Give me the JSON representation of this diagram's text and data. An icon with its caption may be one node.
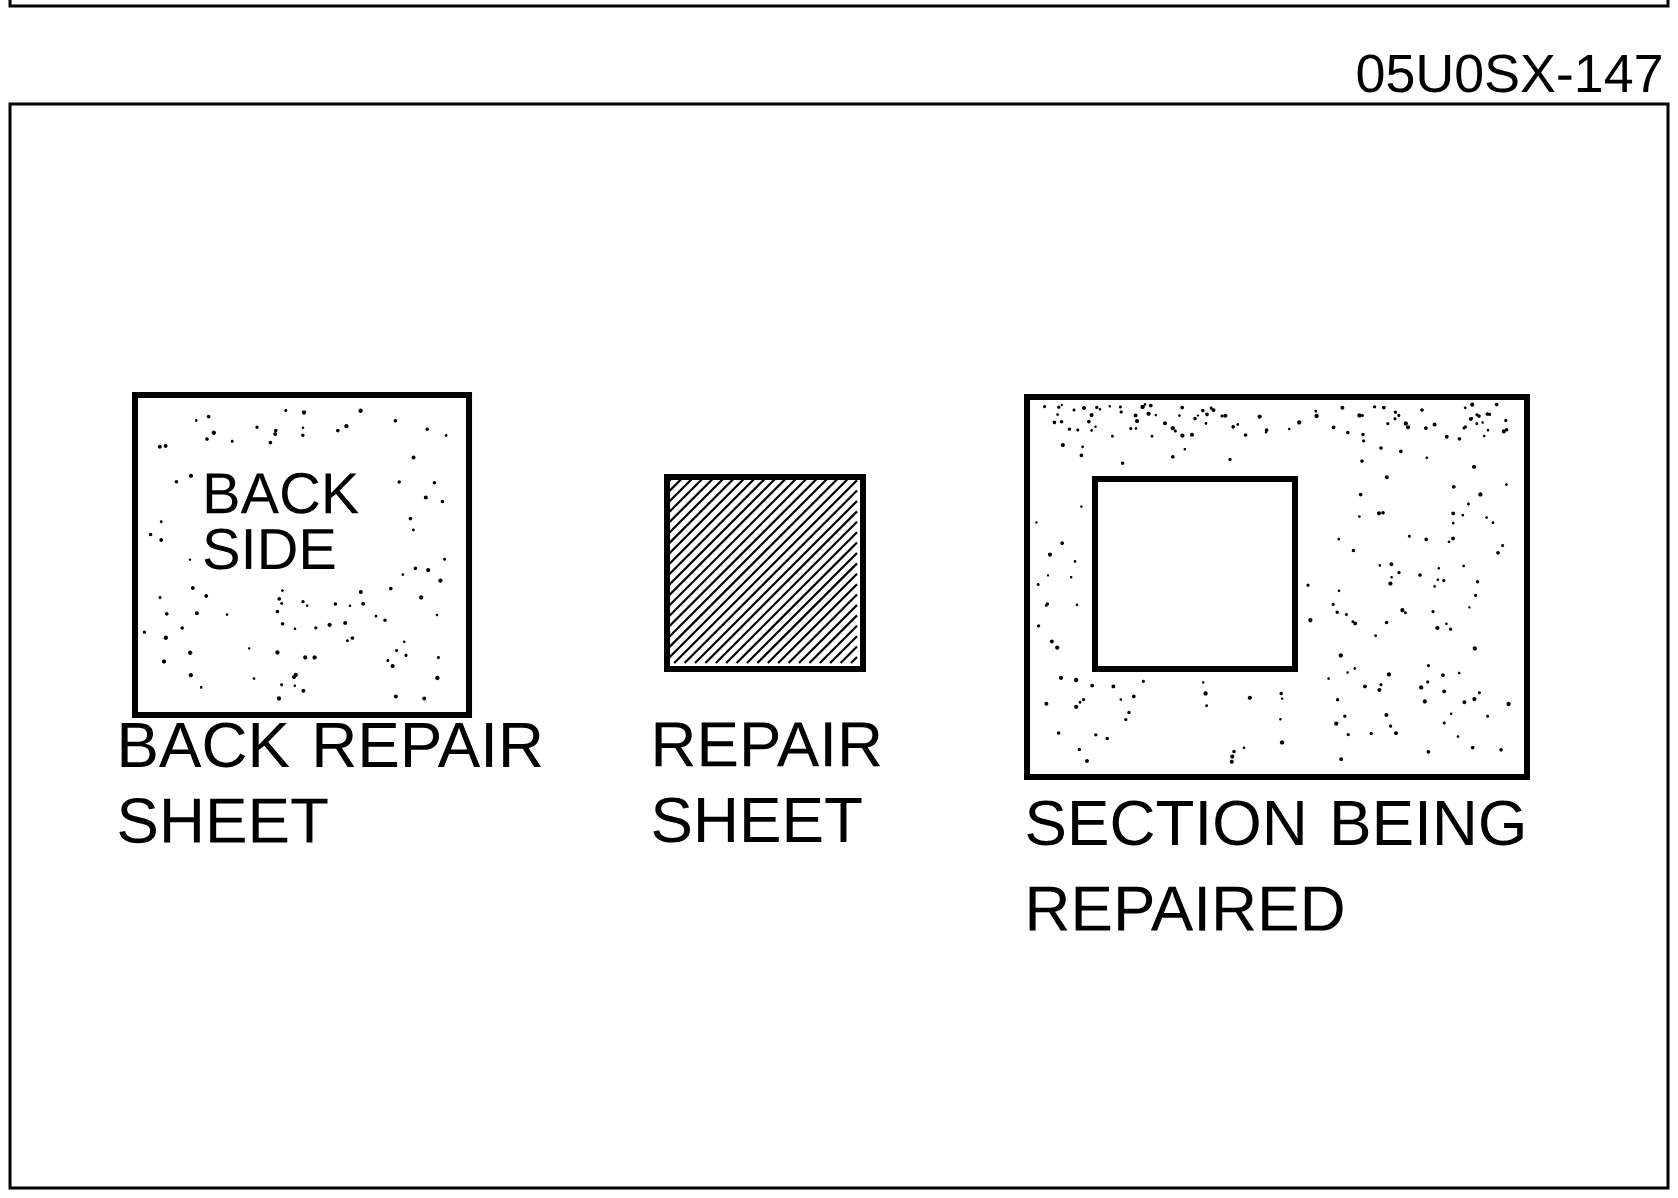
{
  "diagram": {
    "nodes": [
      {
        "text": [
          "BACK SIDE"
        ],
        "beside": [
          "BACK REPAIR SHEET"
        ]
      },
      {
        "text": [],
        "shape": "box",
        "beside": [
          "REPAIR SHEET"
        ]
      },
      {
        "text": [],
        "shape": "box",
        "beside": [
          "SECTION BEING REPAIRED"
        ]
      },
      {
        "text": [],
        "shape": "box",
        "in": 2
      }
    ],
    "labels": [
      "05U0SX-147"
    ]
  }
}
